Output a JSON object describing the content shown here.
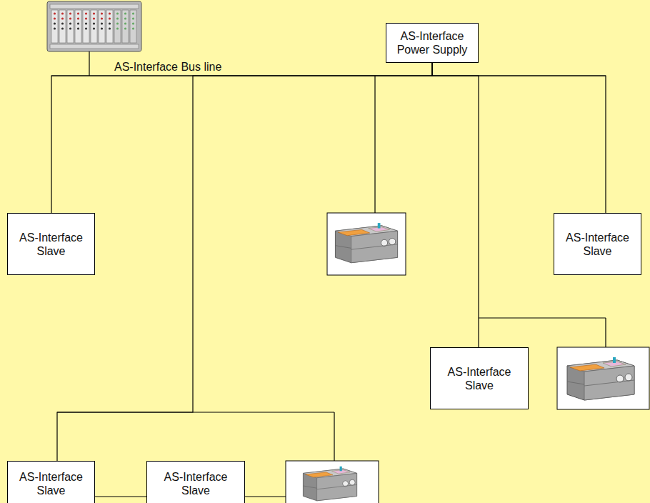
{
  "diagram": {
    "nodes": [
      {
        "text": [
          "AS-Interface Power Supply"
        ]
      },
      {
        "text": [
          "AS-Interface Slave"
        ]
      },
      {
        "text": [
          "AS-Interface Slave"
        ]
      },
      {
        "text": [
          "AS-Interface Slave"
        ]
      },
      {
        "text": [
          "AS-Interface Slave"
        ]
      },
      {
        "text": [
          "AS-Interface Slave"
        ]
      }
    ],
    "edges": [
      {
        "from": 0,
        "to": 1,
        "arrow": "none"
      },
      {
        "from": 0,
        "to": 2,
        "arrow": "none"
      },
      {
        "from": 0,
        "to": 3,
        "arrow": "none"
      },
      {
        "from": 0,
        "to": 4,
        "arrow": "none"
      },
      {
        "from": 4,
        "to": 5,
        "arrow": "none"
      }
    ],
    "labels": [
      "AS-Interface Bus line"
    ]
  }
}
